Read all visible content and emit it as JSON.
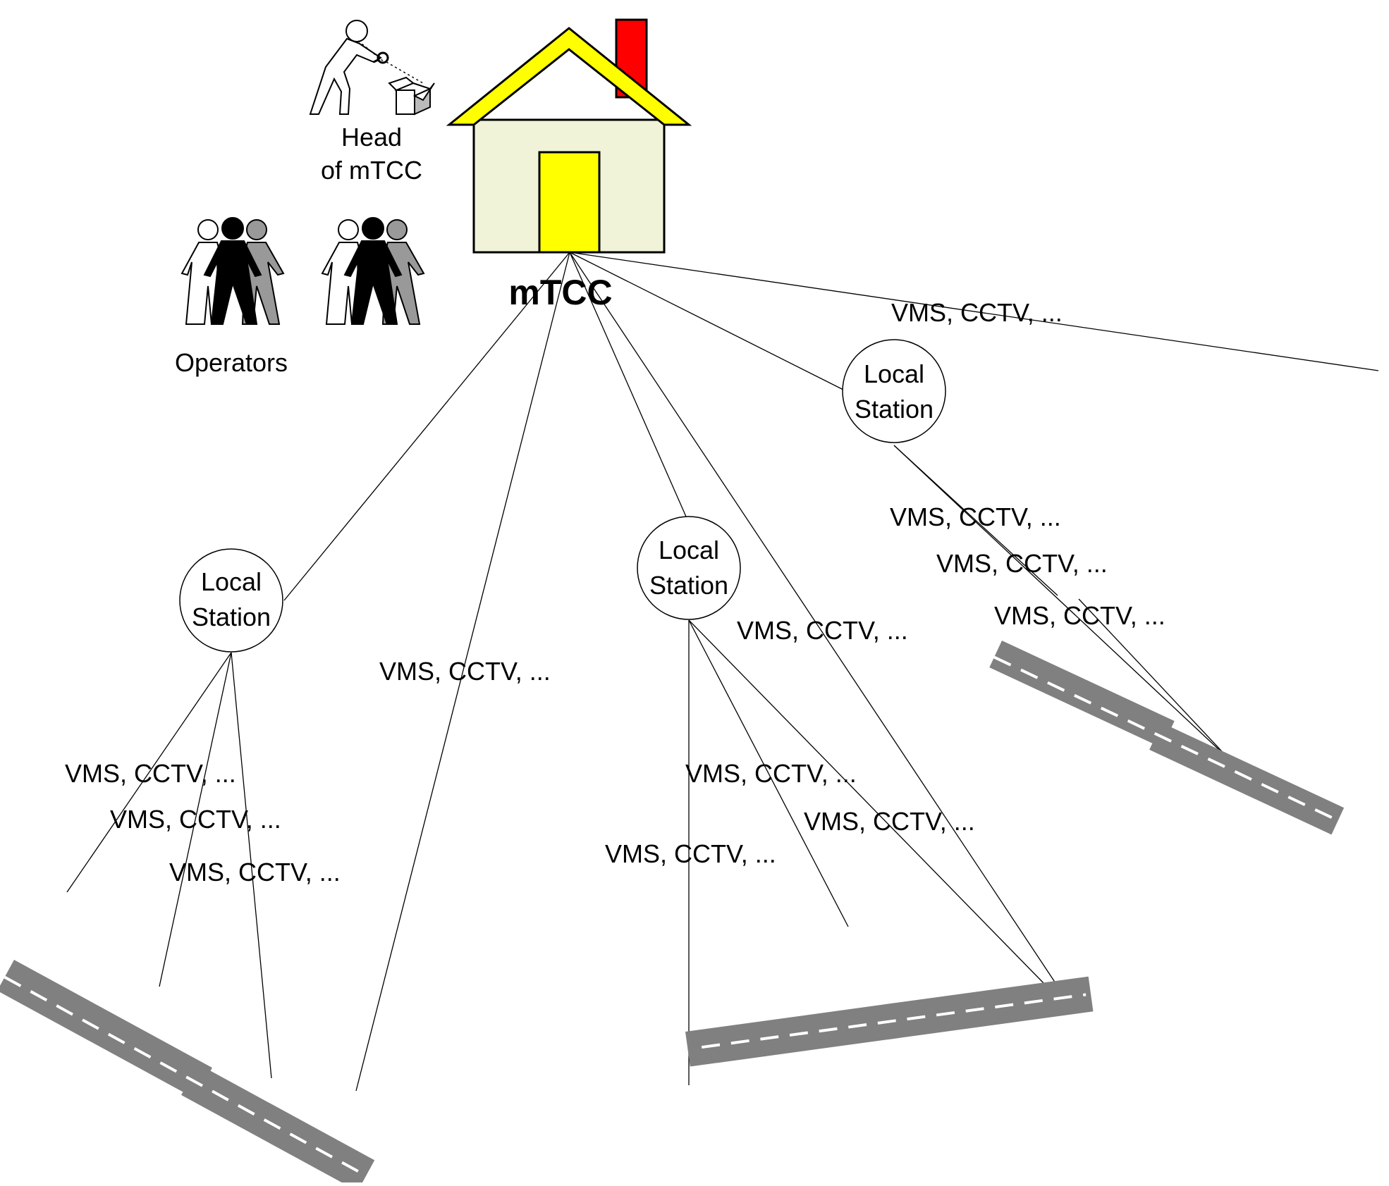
{
  "diagram": {
    "center_label": "mTCC",
    "head_label_line1": "Head",
    "head_label_line2": "of mTCC",
    "operators_label": "Operators",
    "station_line1": "Local",
    "station_line2": "Station",
    "device_label": "VMS, CCTV, ...",
    "colors": {
      "roof": "#ffff00",
      "wall": "#f0f3d8",
      "door": "#ffff00",
      "chimney": "#ff0000",
      "road": "#808080",
      "lane_marking": "#ffffff"
    },
    "icons": {
      "control_center": "house-icon",
      "head": "inspector-icon",
      "operators": "people-group-icon",
      "station": "circle-node",
      "road": "road-segment"
    }
  }
}
